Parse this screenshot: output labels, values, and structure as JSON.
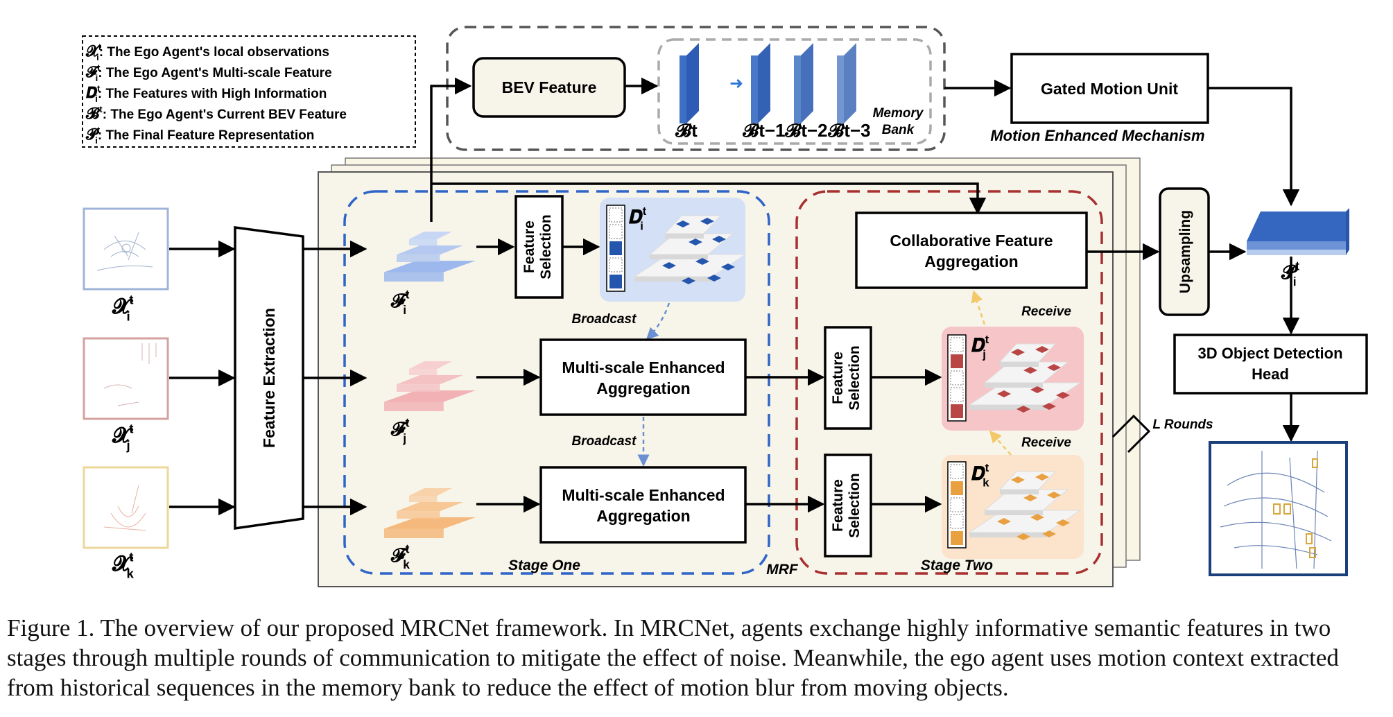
{
  "legend": {
    "items": [
      {
        "sym": "𝓧",
        "sup": "t",
        "sub": "i",
        "text": ": The Ego Agent's local observations"
      },
      {
        "sym": "𝓕",
        "sup": "t",
        "sub": "i",
        "text": ": The Ego Agent's Multi-scale Feature"
      },
      {
        "sym": "𝑫",
        "sup": "t",
        "sub": "i",
        "text": ": The Features with High Information"
      },
      {
        "sym": "𝓑",
        "sup": "t",
        "sub": "",
        "text": ": The Ego Agent's Current BEV Feature"
      },
      {
        "sym": "𝓟",
        "sup": "t",
        "sub": "i",
        "text": ": The Final Feature Representation"
      }
    ]
  },
  "top": {
    "bev_feature": "BEV Feature",
    "memory_bank": [
      "Memory",
      "Bank"
    ],
    "bank_labels": [
      "𝓑t",
      "𝓑t−1",
      "𝓑t−2",
      "𝓑t−3"
    ],
    "gated_motion_unit": "Gated Motion Unit",
    "motion_enhanced_mechanism": "Motion Enhanced Mechanism"
  },
  "inputs": {
    "labels": [
      {
        "sym": "𝓧",
        "sup": "t",
        "sub": "i"
      },
      {
        "sym": "𝓧",
        "sup": "t",
        "sub": "j"
      },
      {
        "sym": "𝓧",
        "sup": "t",
        "sub": "k"
      }
    ],
    "feature_extraction": "Feature Extraction"
  },
  "stage_one": {
    "title": "Stage One",
    "feature_labels": [
      {
        "sym": "𝓕",
        "sup": "t",
        "sub": "i"
      },
      {
        "sym": "𝓕",
        "sup": "t",
        "sub": "j"
      },
      {
        "sym": "𝓕",
        "sup": "t",
        "sub": "k"
      }
    ],
    "feature_selection": [
      "Feature",
      "Selection"
    ],
    "d_label": {
      "sym": "𝑫",
      "sup": "t",
      "sub": "i"
    },
    "broadcast": "Broadcast",
    "msea": [
      "Multi-scale Enhanced",
      "Aggregation"
    ]
  },
  "mrf": "MRF",
  "stage_two": {
    "title": "Stage Two",
    "cfa": [
      "Collaborative Feature",
      "Aggregation"
    ],
    "receive": "Receive",
    "feature_selection": [
      "Feature",
      "Selection"
    ],
    "d_labels": [
      {
        "sym": "𝑫",
        "sup": "t",
        "sub": "j"
      },
      {
        "sym": "𝑫",
        "sup": "t",
        "sub": "k"
      }
    ]
  },
  "l_rounds": "L Rounds",
  "right": {
    "upsampling": "Upsampling",
    "p_label": {
      "sym": "𝓟",
      "sup": "t",
      "sub": "i"
    },
    "detection_head": [
      "3D Object Detection",
      "Head"
    ]
  },
  "colors": {
    "blue": "#2f64c8",
    "red_dash": "#a83030",
    "dark_dash": "#555555",
    "panel": "#f7f5ea",
    "layer_blue": "#9db8ec",
    "layer_red": "#f2b2b5",
    "layer_orange": "#f5b97d",
    "d_red": "#b94545",
    "d_orange": "#e8a040",
    "d_blue": "#2456ad"
  },
  "caption": "Figure 1. The overview of our proposed MRCNet framework. In MRCNet, agents exchange highly informative semantic features in two stages through multiple rounds of communication to mitigate the effect of noise. Meanwhile, the ego agent uses motion context extracted from historical sequences in the memory bank to reduce the effect of motion blur from moving objects."
}
